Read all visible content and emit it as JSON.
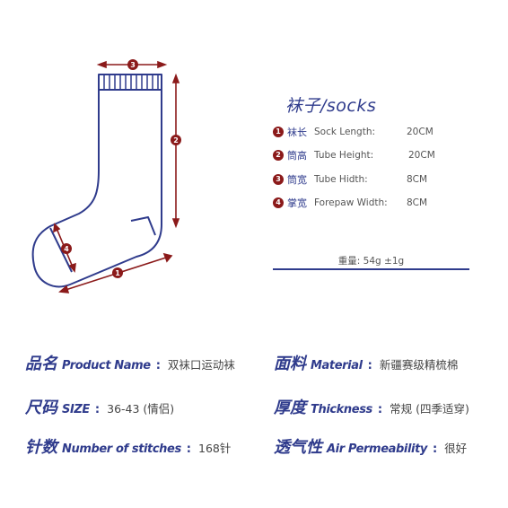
{
  "product_title": "袜子/socks",
  "measurements": [
    {
      "num": "1",
      "cn": "袜长",
      "en": "Sock Length:",
      "value": "20CM"
    },
    {
      "num": "2",
      "cn": "筒高",
      "en": "Tube Height:",
      "value": "20CM"
    },
    {
      "num": "3",
      "cn": "筒宽",
      "en": "Tube Hidth:",
      "value": "8CM"
    },
    {
      "num": "4",
      "cn": "掌宽",
      "en": "Forepaw Width:",
      "value": "8CM"
    }
  ],
  "weight": "重量: 54g ±1g",
  "diagram_labels": {
    "m1": "1",
    "m2": "2",
    "m3": "3",
    "m4": "4"
  },
  "attributes": [
    {
      "cn": "品名",
      "en": "Product Name",
      "colon": ":",
      "value": "双袜口运动袜"
    },
    {
      "cn": "面料",
      "en": "Material",
      "colon": ":",
      "value": "新疆赛级精梳棉"
    },
    {
      "cn": "尺码",
      "en": "SIZE",
      "colon": ":",
      "value": "36-43 (情侣)"
    },
    {
      "cn": "厚度",
      "en": "Thickness",
      "colon": ":",
      "value": "常规 (四季适穿)"
    },
    {
      "cn": "针数",
      "en": "Number of stitches",
      "colon": ":",
      "value": "168针"
    },
    {
      "cn": "透气性",
      "en": "Air Permeability",
      "colon": ":",
      "value": "很好"
    }
  ],
  "colors": {
    "outline": "#2f3b8c",
    "arrow": "#8b1a1a",
    "badge": "#8b1a1a"
  }
}
